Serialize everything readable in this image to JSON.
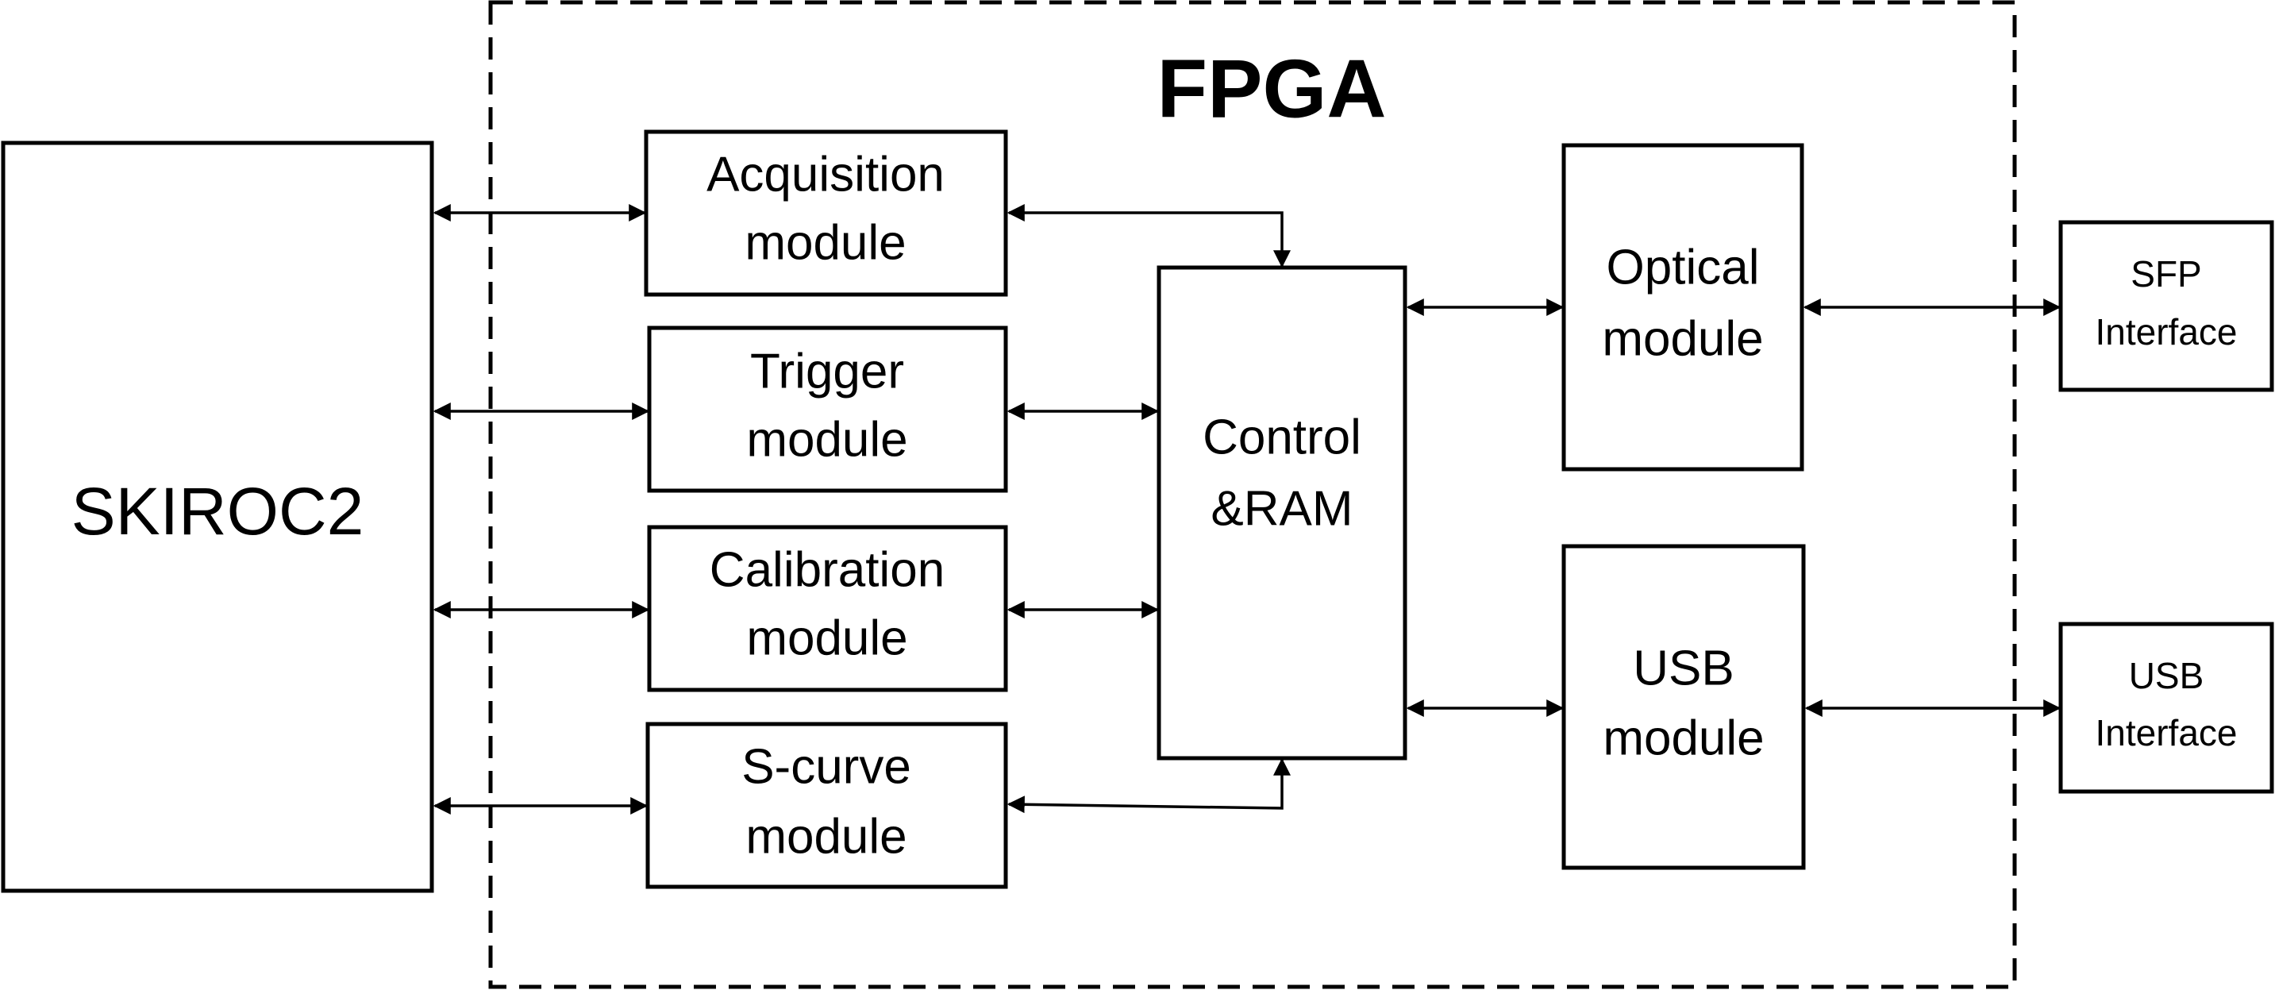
{
  "fpga": {
    "title": "FPGA"
  },
  "blocks": {
    "skiroc": {
      "line1": "SKIROC2"
    },
    "acquisition": {
      "line1": "Acquisition",
      "line2": "module"
    },
    "trigger": {
      "line1": "Trigger",
      "line2": "module"
    },
    "calibration": {
      "line1": "Calibration",
      "line2": "module"
    },
    "scurve": {
      "line1": "S-curve",
      "line2": "module"
    },
    "control": {
      "line1": "Control",
      "line2": "&RAM"
    },
    "optical": {
      "line1": "Optical",
      "line2": "module"
    },
    "usb_module": {
      "line1": "USB",
      "line2": "module"
    },
    "sfp": {
      "line1": "SFP",
      "line2": "Interface"
    },
    "usb_interface": {
      "line1": "USB",
      "line2": "Interface"
    }
  },
  "connections": [
    {
      "from": "skiroc",
      "to": "acquisition",
      "bidirectional": true
    },
    {
      "from": "skiroc",
      "to": "trigger",
      "bidirectional": true
    },
    {
      "from": "skiroc",
      "to": "calibration",
      "bidirectional": true
    },
    {
      "from": "skiroc",
      "to": "scurve",
      "bidirectional": true
    },
    {
      "from": "acquisition",
      "to": "control",
      "bidirectional": true
    },
    {
      "from": "trigger",
      "to": "control",
      "bidirectional": true
    },
    {
      "from": "calibration",
      "to": "control",
      "bidirectional": true
    },
    {
      "from": "scurve",
      "to": "control",
      "bidirectional": true
    },
    {
      "from": "control",
      "to": "optical",
      "bidirectional": true
    },
    {
      "from": "control",
      "to": "usb_module",
      "bidirectional": true
    },
    {
      "from": "optical",
      "to": "sfp",
      "bidirectional": true
    },
    {
      "from": "usb_module",
      "to": "usb_interface",
      "bidirectional": true
    }
  ]
}
